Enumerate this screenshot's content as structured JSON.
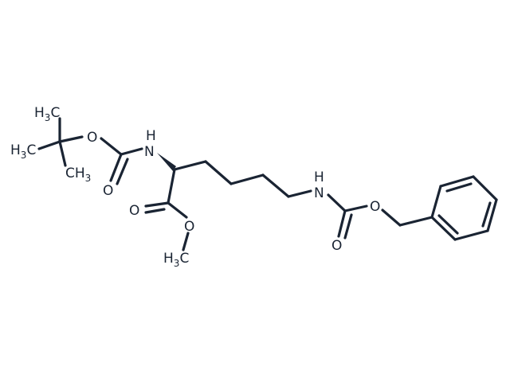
{
  "molecule": {
    "atom_labels": {
      "ch3_top": {
        "main": "H",
        "sub": "3",
        "tail": "C"
      },
      "ch3_left": {
        "main": "H",
        "sub": "3",
        "tail": "C"
      },
      "ch3_right": {
        "main": "CH",
        "sub": "3"
      },
      "boc_o_ester": "O",
      "boc_o_carbonyl": "O",
      "nh_alpha": "H",
      "nh_alpha_n": "N",
      "ester_o_carbonyl": "O",
      "ester_o_single": "O",
      "ome_ch3": {
        "main": "H",
        "sub": "3",
        "tail": "C"
      },
      "nh_eps_h": "H",
      "nh_eps_n": "N",
      "cbz_o_carbonyl": "O",
      "cbz_o_ester": "O"
    },
    "colors": {
      "bond": "#1a2433",
      "text": "#1a2433",
      "background": "#ffffff"
    }
  }
}
